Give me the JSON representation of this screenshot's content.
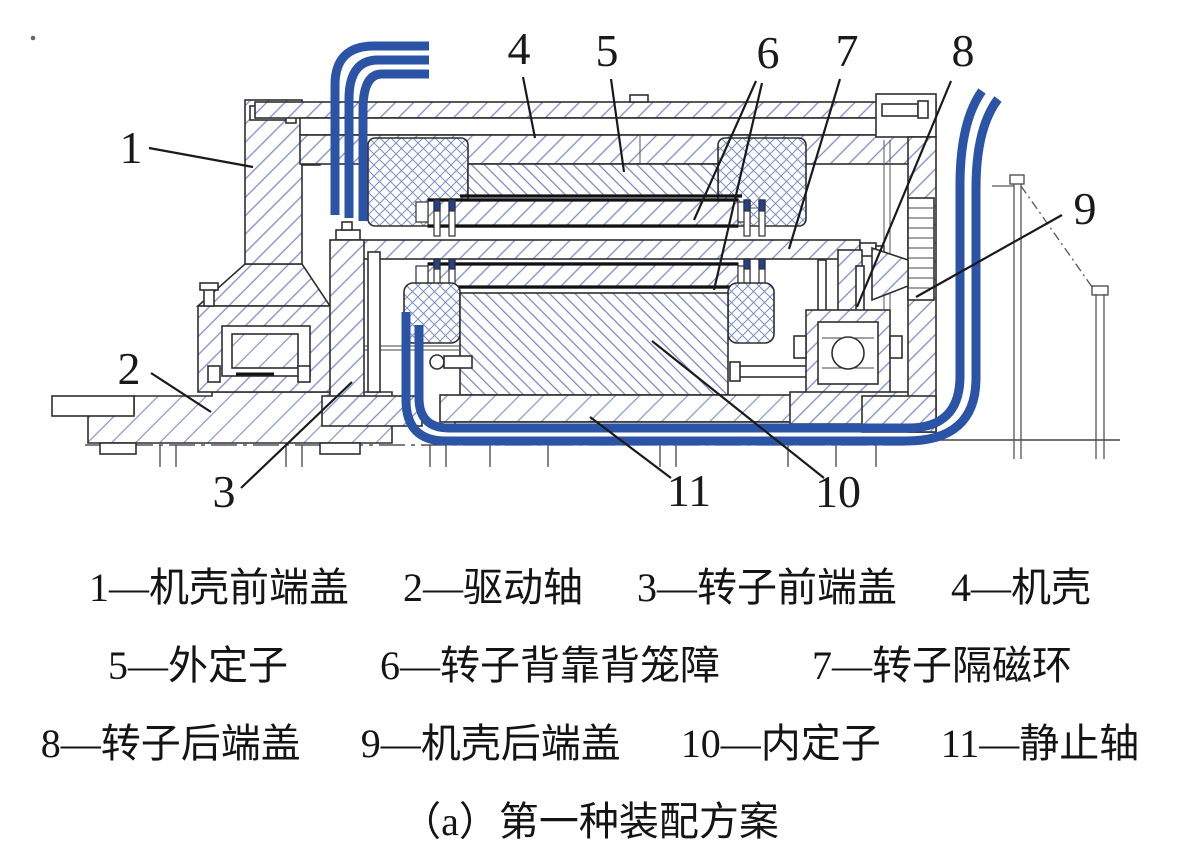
{
  "diagram": {
    "description_names": {
      "cable_left": "stator-winding-cable-bundle-left",
      "cable_right": "stator-winding-cable-bundle-right"
    },
    "callouts": [
      "1",
      "2",
      "3",
      "4",
      "5",
      "6",
      "7",
      "8",
      "9",
      "10",
      "11"
    ]
  },
  "legend": {
    "lines": [
      {
        "items": [
          "1—机壳前端盖",
          "2—驱动轴",
          "3—转子前端盖",
          "4—机壳"
        ]
      },
      {
        "items": [
          "5—外定子",
          "6—转子背靠背笼障",
          "7—转子隔磁环"
        ]
      },
      {
        "items": [
          "8—转子后端盖",
          "9—机壳后端盖",
          "10—内定子",
          "11—静止轴"
        ]
      }
    ]
  },
  "caption": "（a）第一种装配方案",
  "colors": {
    "cable_blue": "#2b54a6",
    "cable_blue_dark": "#24418f",
    "hatch_blue": "#7b8fc7",
    "outline": "#2f2f2f",
    "text": "#141414"
  }
}
